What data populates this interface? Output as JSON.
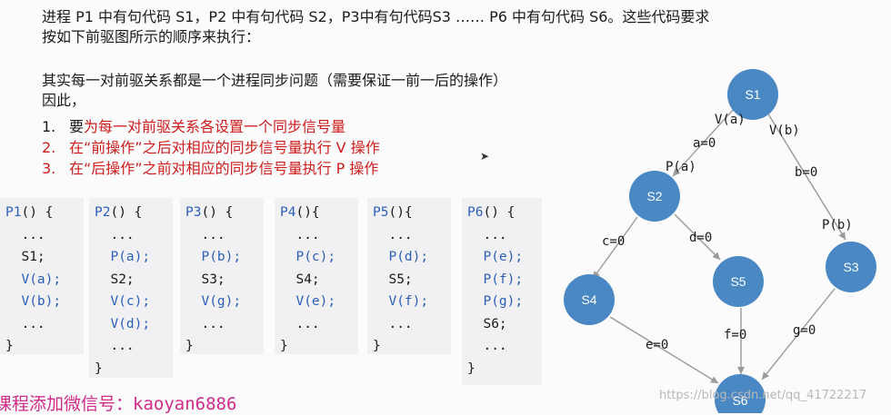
{
  "intro": {
    "line1": "进程 P1 中有句代码 S1，P2 中有句代码 S2，P3中有句代码S3 …… P6 中有句代码 S6。这些代码要求",
    "line2": "按如下前驱图所示的顺序来执行："
  },
  "explain": {
    "line1": "其实每一对前驱关系都是一个进程同步问题（需要保证一前一后的操作）",
    "line2": "因此，"
  },
  "steps": [
    {
      "num": "1.",
      "prefix": "要",
      "text": "为每一对前驱关系各设置一个同步信号量"
    },
    {
      "num": "2.",
      "prefix": "",
      "text": "在“前操作”之后对相应的同步信号量执行 V 操作"
    },
    {
      "num": "3.",
      "prefix": "",
      "text": "在“后操作”之前对相应的同步信号量执行 P 操作"
    }
  ],
  "code_blocks": [
    {
      "name": "P1",
      "sig": "() {",
      "lines": [
        "...",
        "S1;",
        "V(a);",
        "V(b);",
        "..."
      ],
      "close": "}"
    },
    {
      "name": "P2",
      "sig": "() {",
      "lines": [
        "...",
        "P(a);",
        "S2;",
        "V(c);",
        "V(d);",
        "..."
      ],
      "close": "}"
    },
    {
      "name": "P3",
      "sig": "() {",
      "lines": [
        "...",
        "P(b);",
        "S3;",
        "V(g);",
        "..."
      ],
      "close": "}"
    },
    {
      "name": "P4",
      "sig": "(){",
      "lines": [
        "...",
        "P(c);",
        "S4;",
        "V(e);",
        "..."
      ],
      "close": "}"
    },
    {
      "name": "P5",
      "sig": "(){",
      "lines": [
        "...",
        "P(d);",
        "S5;",
        "V(f);",
        "..."
      ],
      "close": "}"
    },
    {
      "name": "P6",
      "sig": "() {",
      "lines": [
        "...",
        "P(e);",
        "P(f);",
        "P(g);",
        "S6;",
        "..."
      ],
      "close": "}"
    }
  ],
  "graph": {
    "nodes": [
      {
        "id": "S1",
        "label": "S1"
      },
      {
        "id": "S2",
        "label": "S2"
      },
      {
        "id": "S3",
        "label": "S3"
      },
      {
        "id": "S4",
        "label": "S4"
      },
      {
        "id": "S5",
        "label": "S5"
      },
      {
        "id": "S6",
        "label": "S6"
      }
    ],
    "edges": [
      {
        "from": "S1",
        "to": "S2",
        "v_label": "V(a)",
        "sem_label": "a=0",
        "p_label": "P(a)"
      },
      {
        "from": "S1",
        "to": "S3",
        "v_label": "V(b)",
        "sem_label": "b=0",
        "p_label": "P(b)"
      },
      {
        "from": "S2",
        "to": "S4",
        "sem_label": "c=0"
      },
      {
        "from": "S2",
        "to": "S5",
        "sem_label": "d=0"
      },
      {
        "from": "S4",
        "to": "S6",
        "sem_label": "e=0"
      },
      {
        "from": "S5",
        "to": "S6",
        "sem_label": "f=0"
      },
      {
        "from": "S3",
        "to": "S6",
        "sem_label": "g=0"
      }
    ],
    "node_color": "#4a88c4",
    "edge_color": "#9a9a9a"
  },
  "footer": "课程添加微信号：kaoyan6886",
  "watermark": "https://blog.csdn.net/qq_41722217"
}
